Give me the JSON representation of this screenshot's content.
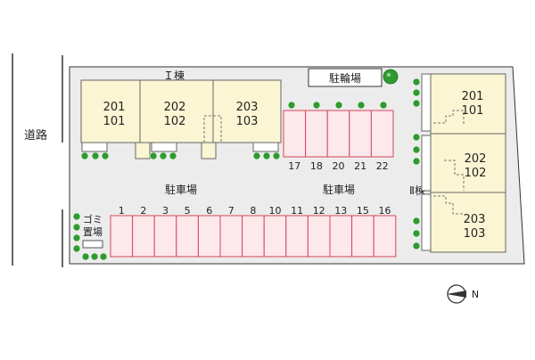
{
  "road_label": "道路",
  "buildings": {
    "I": {
      "name": "Ｉ棟",
      "units": [
        {
          "upper": "201",
          "lower": "101"
        },
        {
          "upper": "202",
          "lower": "102"
        },
        {
          "upper": "203",
          "lower": "103"
        }
      ]
    },
    "II": {
      "name": "Ⅱ棟",
      "units": [
        {
          "upper": "201",
          "lower": "101"
        },
        {
          "upper": "202",
          "lower": "102"
        },
        {
          "upper": "203",
          "lower": "103"
        }
      ]
    }
  },
  "bicycle_parking": "駐輪場",
  "garbage_area": "ゴミ置場",
  "parking_labels": [
    "駐車場",
    "駐車場"
  ],
  "parking_top": [
    "17",
    "18",
    "20",
    "21",
    "22"
  ],
  "parking_bottom": [
    "1",
    "2",
    "3",
    "5",
    "6",
    "7",
    "8",
    "10",
    "11",
    "12",
    "13",
    "15",
    "16"
  ],
  "north_mark": "N",
  "colors": {
    "lot": "#ececec",
    "building": "#fbf5d3",
    "parking_fill": "#fde8ec",
    "parking_stroke": "#d6455a",
    "tree": "#2f9a2f",
    "line": "#333333"
  }
}
